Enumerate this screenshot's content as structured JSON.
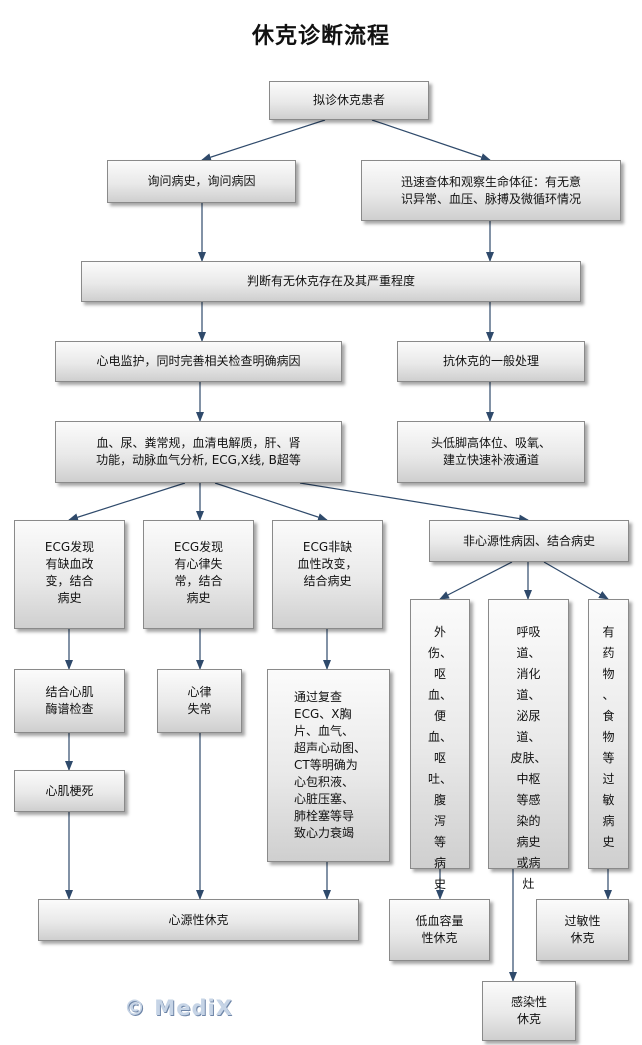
{
  "title": "休克诊断流程",
  "nodes": {
    "start": "拟诊休克患者",
    "history": "询问病史，询问病因",
    "vitals": "迅速查体和观察生命体征：有无意\n识异常、血压、脉搏及微循环情况",
    "judge": "判断有无休克存在及其严重程度",
    "monitor": "心电监护，同时完善相关检查明确病因",
    "general": "抗休克的一般处理",
    "tests": "血、尿、粪常规，血清电解质，肝、肾\n功能，动脉血气分析, ECG,X线, B超等",
    "position": "头低脚高体位、吸氧、\n建立快速补液通道",
    "ecg_ischemia": "ECG发现\n有缺血改\n变，结合\n病史",
    "ecg_arrhythmia": "ECG发现\n有心律失\n常，结合\n病史",
    "ecg_nonischemic": "ECG非缺\n血性改变，\n结合病史",
    "noncardiac": "非心源性病因、结合病史",
    "enzyme": "结合心肌\n酶谱检查",
    "arrhythmia": "心律\n失常",
    "recheck": "通过复查\nECG、X胸\n片、血气、\n超声心动图、\nCT等明确为\n心包积液、\n心脏压塞、\n肺栓塞等导\n致心力衰竭",
    "trauma": "外\n伤、\n呕\n血、\n便\n血、\n呕\n吐、\n腹\n泻\n等\n病\n史",
    "infection": "呼吸\n道、\n消化\n道、\n泌尿\n道、\n皮肤、\n中枢\n等感\n染的\n病史\n或病\n灶",
    "allergy": "有\n药\n物\n、\n食\n物\n等\n过\n敏\n病\n史",
    "mi": "心肌梗死",
    "cardiogenic": "心源性休克",
    "hypovolemic": "低血容量\n性休克",
    "septic": "感染性\n休克",
    "anaphylactic": "过敏性\n休克"
  },
  "watermark": "© MediX",
  "colors": {
    "line": "#2f4a6b",
    "border": "#8a8a8a"
  }
}
